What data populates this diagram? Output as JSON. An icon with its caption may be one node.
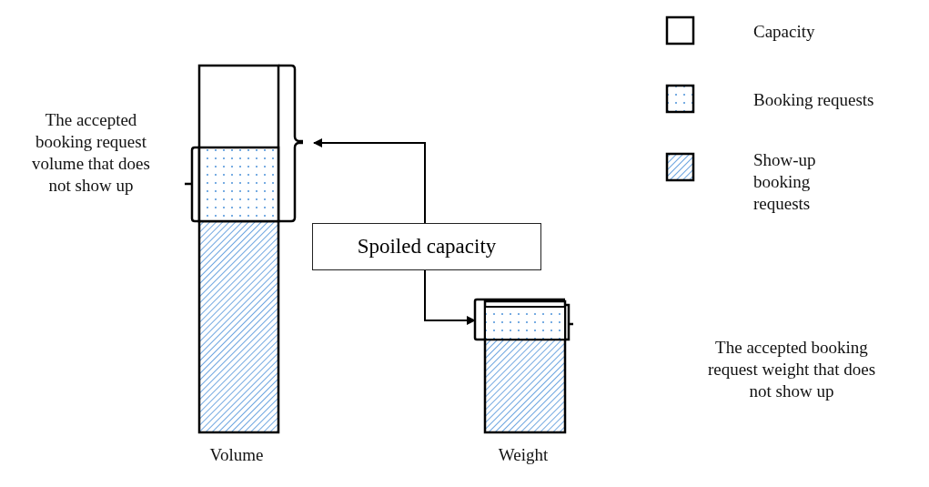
{
  "diagram": {
    "nodes": [
      {
        "text": [
          "Spoiled capacity"
        ]
      },
      {
        "text": [],
        "shape": "bracket"
      },
      {
        "text": [],
        "shape": "bracket"
      }
    ],
    "edges": [
      {
        "from": 0,
        "to": 1,
        "arrow": "to"
      },
      {
        "from": 0,
        "to": 2,
        "arrow": "to"
      }
    ],
    "labels": [
      "The accepted booking request volume that does not show up",
      "The accepted booking request weight that does not show up",
      "Volume",
      "Weight"
    ],
    "legend": [
      {
        "text": "Capacity"
      },
      {
        "text": "Booking requests"
      },
      {
        "text": "Show-up booking requests"
      }
    ]
  }
}
